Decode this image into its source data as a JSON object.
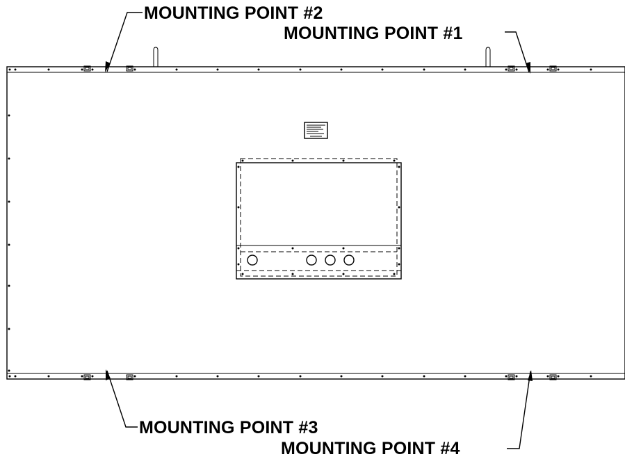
{
  "callouts": {
    "mp1": "MOUNTING POINT #1",
    "mp2": "MOUNTING POINT #2",
    "mp3": "MOUNTING POINT #3",
    "mp4": "MOUNTING POINT #4"
  },
  "colors": {
    "line": "#000000",
    "background": "#ffffff"
  }
}
